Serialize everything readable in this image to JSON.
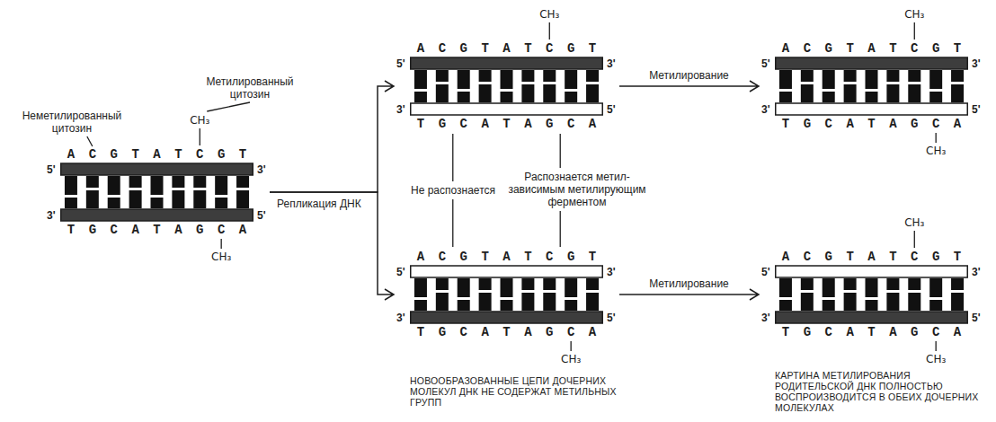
{
  "diagram": {
    "nodes": [
      {
        "text": [
          "A C G T A T C G T",
          "T G C A T A G C A"
        ]
      },
      {
        "text": [
          "A C G T A T C G T",
          "T G C A T A G C A"
        ]
      },
      {
        "text": [
          "A C G T A T C G T",
          "T G C A T A G C A"
        ]
      },
      {
        "text": [
          "A C G T A T C G T",
          "T G C A T A G C A"
        ]
      },
      {
        "text": [
          "A C G T A T C G T",
          "T G C A T A G C A"
        ]
      }
    ],
    "edges": [
      {
        "from": 0,
        "to": 1,
        "arrow": "to",
        "label": "Репликация ДНК"
      },
      {
        "from": 0,
        "to": 2,
        "arrow": "to"
      },
      {
        "from": 1,
        "to": 3,
        "arrow": "to",
        "label": "Метилирование"
      },
      {
        "from": 2,
        "to": 4,
        "arrow": "to",
        "label": "Метилирование"
      }
    ],
    "labels": [
      "Неметилированный цитозин",
      "Метилированный цитозин",
      "CH₃",
      "CH₃",
      "5'",
      "3'",
      "3'",
      "5'",
      "CH₃",
      "5'",
      "3'",
      "3'",
      "5'",
      "CH₃",
      "5'",
      "3'",
      "3'",
      "5'",
      "CH₃",
      "CH₃",
      "5'",
      "3'",
      "3'",
      "5'",
      "CH₃",
      "CH₃",
      "5'",
      "3'",
      "3'",
      "5'",
      "Не распознается",
      "Распознается метил-зависимым метилирующим ферментом",
      "НОВООБРАЗОВАННЫЕ ЦЕПИ ДОЧЕРНИХ МОЛЕКУЛ ДНК НЕ СОДЕРЖАТ МЕТИЛЬНЫХ ГРУПП",
      "КАРТИНА МЕТИЛИРОВАНИЯ РОДИТЕЛЬСКОЙ ДНК ПОЛНОСТЬЮ ВОСПРОИЗВОДИТСЯ В ОБЕИХ ДОЧЕРНИХ МОЛЕКУЛАХ"
    ]
  }
}
